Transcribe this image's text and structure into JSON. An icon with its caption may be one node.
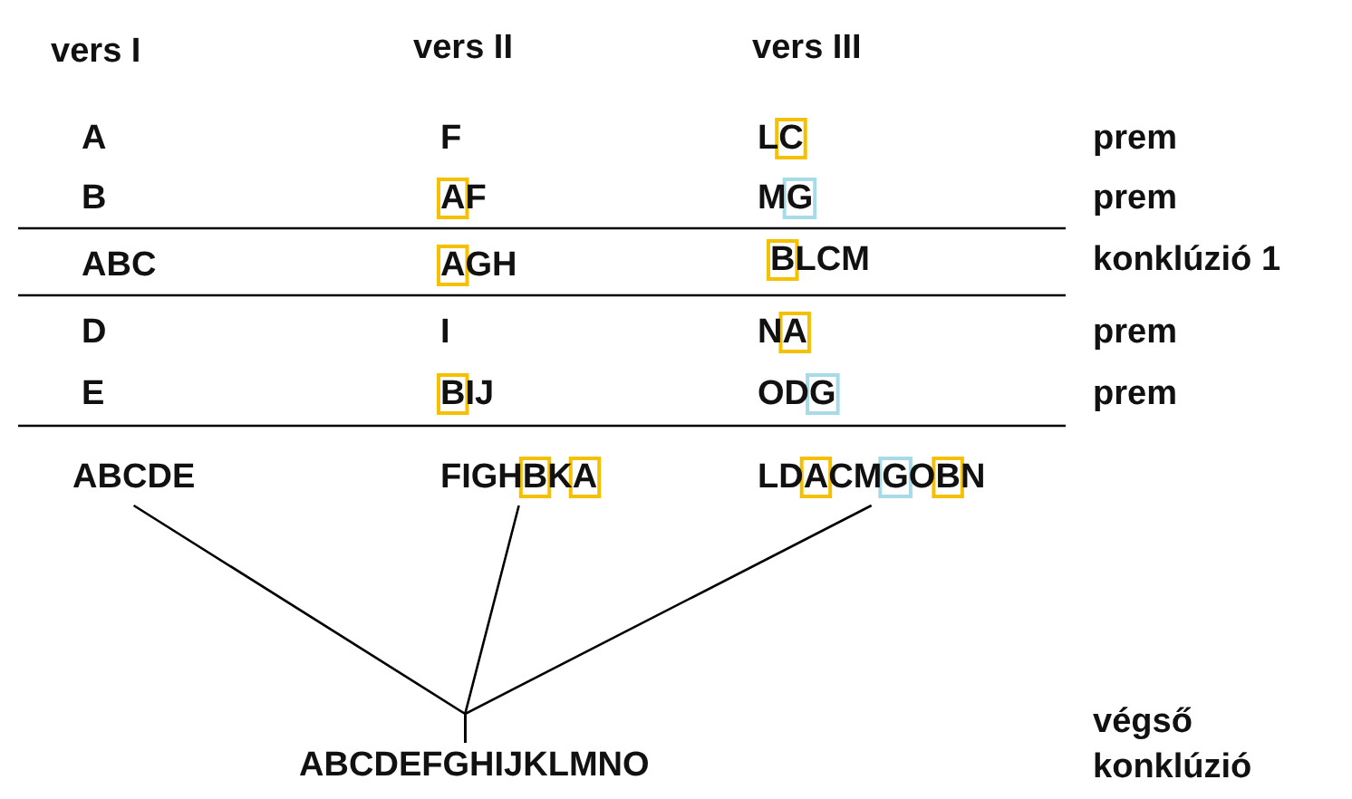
{
  "diagram": {
    "nodes": [
      {
        "text": [
          "ABCDE"
        ]
      },
      {
        "text": [
          "FIGHBKA"
        ]
      },
      {
        "text": [
          "LDACMGOBN"
        ]
      },
      {
        "text": [
          "ABCDEFGHIJKLMNO"
        ]
      }
    ],
    "edges": [
      {
        "from": 0,
        "to": 3,
        "arrow": "none"
      },
      {
        "from": 1,
        "to": 3,
        "arrow": "none"
      },
      {
        "from": 2,
        "to": 3,
        "arrow": "none"
      }
    ],
    "labels": [
      "vers I",
      "vers II",
      "vers III",
      "A",
      "F",
      "LC",
      "prem",
      "B",
      "AF",
      "MG",
      "prem",
      "ABC",
      "AGH",
      "BLCM",
      "konklúzió 1",
      "D",
      "I",
      "NA",
      "prem",
      "E",
      "BIJ",
      "ODG",
      "prem",
      "végső konklúzió"
    ]
  }
}
